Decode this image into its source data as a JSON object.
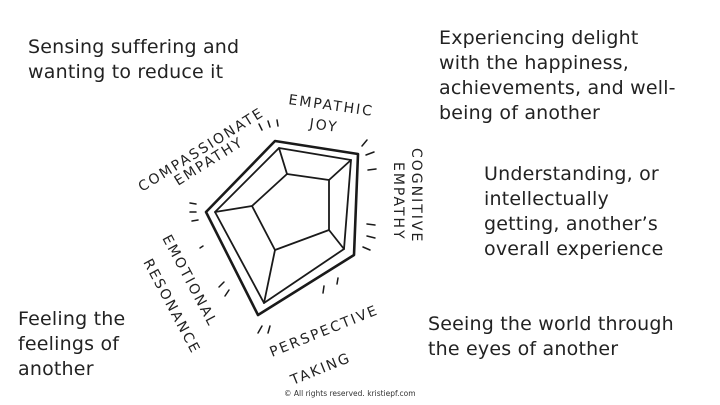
{
  "descriptions": {
    "compassionate": "Sensing suffering and\nwanting to reduce it",
    "joy": "Experiencing delight\nwith the happiness,\nachievements, and well-\nbeing of another",
    "cognitive": "Understanding, or\nintellectually\ngetting, another’s\noverall experience",
    "resonance": "Feeling the\nfeelings of\nanother",
    "perspective": "Seeing the world through\nthe eyes of another"
  },
  "labels": {
    "compassionate_1": "COMPASSIONATE",
    "compassionate_2": "EMPATHY",
    "joy_1": "EMPATHIC",
    "joy_2": "JOY",
    "cognitive_1": "COGNITIVE",
    "cognitive_2": "EMPATHY",
    "resonance_1": "EMOTIONAL",
    "resonance_2": "RESONANCE",
    "perspective_1": "PERSPECTIVE",
    "perspective_2": "TAKING"
  },
  "copyright": "© All rights reserved. kristiepf.com"
}
